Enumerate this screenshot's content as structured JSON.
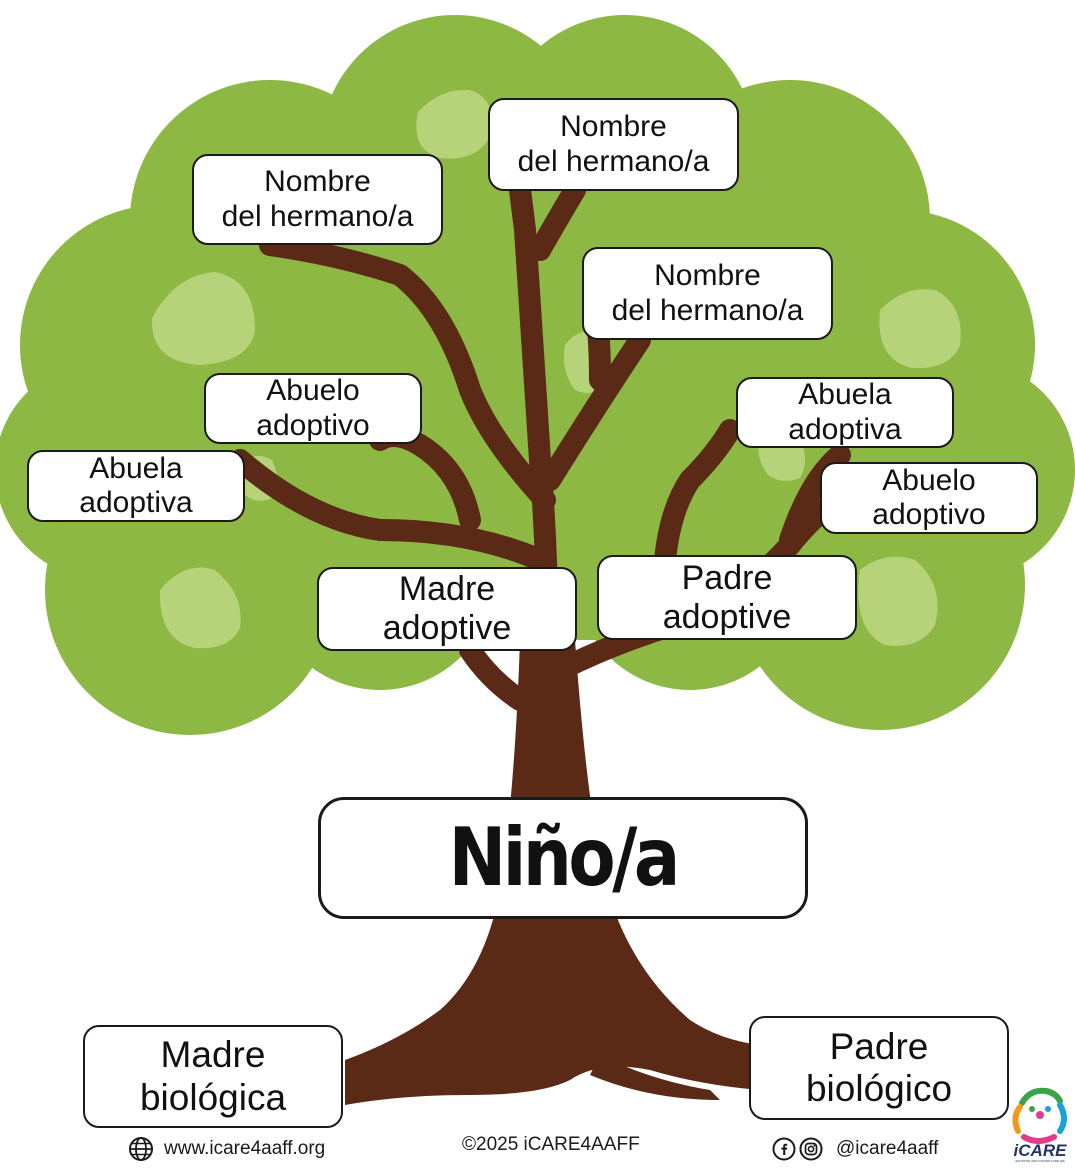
{
  "colors": {
    "foliage": "#8cb843",
    "foliage_highlight": "#b7d37a",
    "trunk": "#5a2a17",
    "box_border": "#1a1a1a",
    "box_fill": "#ffffff"
  },
  "tree": {
    "child": "Niño/a",
    "siblings": [
      [
        "Nombre",
        "del hermano/a"
      ],
      [
        "Nombre",
        "del hermano/a"
      ],
      [
        "Nombre",
        "del hermano/a"
      ]
    ],
    "adoptive_mother": [
      "Madre",
      "adoptive"
    ],
    "adoptive_father": [
      "Padre",
      "adoptive"
    ],
    "mother_side": {
      "grandfather": [
        "Abuelo",
        "adoptivo"
      ],
      "grandmother": [
        "Abuela",
        "adoptiva"
      ]
    },
    "father_side": {
      "grandmother": [
        "Abuela",
        "adoptiva"
      ],
      "grandfather": [
        "Abuelo",
        "adoptivo"
      ]
    },
    "biological_mother": [
      "Madre",
      "biológica"
    ],
    "biological_father": [
      "Padre",
      "biológico"
    ]
  },
  "footer": {
    "website": "www.icare4aaff.org",
    "copyright": "©2025 iCARE4AAFF",
    "social_handle": "@icare4aaff",
    "logo_text": "iCARE",
    "logo_tagline": "ADOPTIVE AND FOSTER FAMILIES",
    "icons": [
      "globe-icon",
      "facebook-icon",
      "instagram-icon"
    ]
  }
}
